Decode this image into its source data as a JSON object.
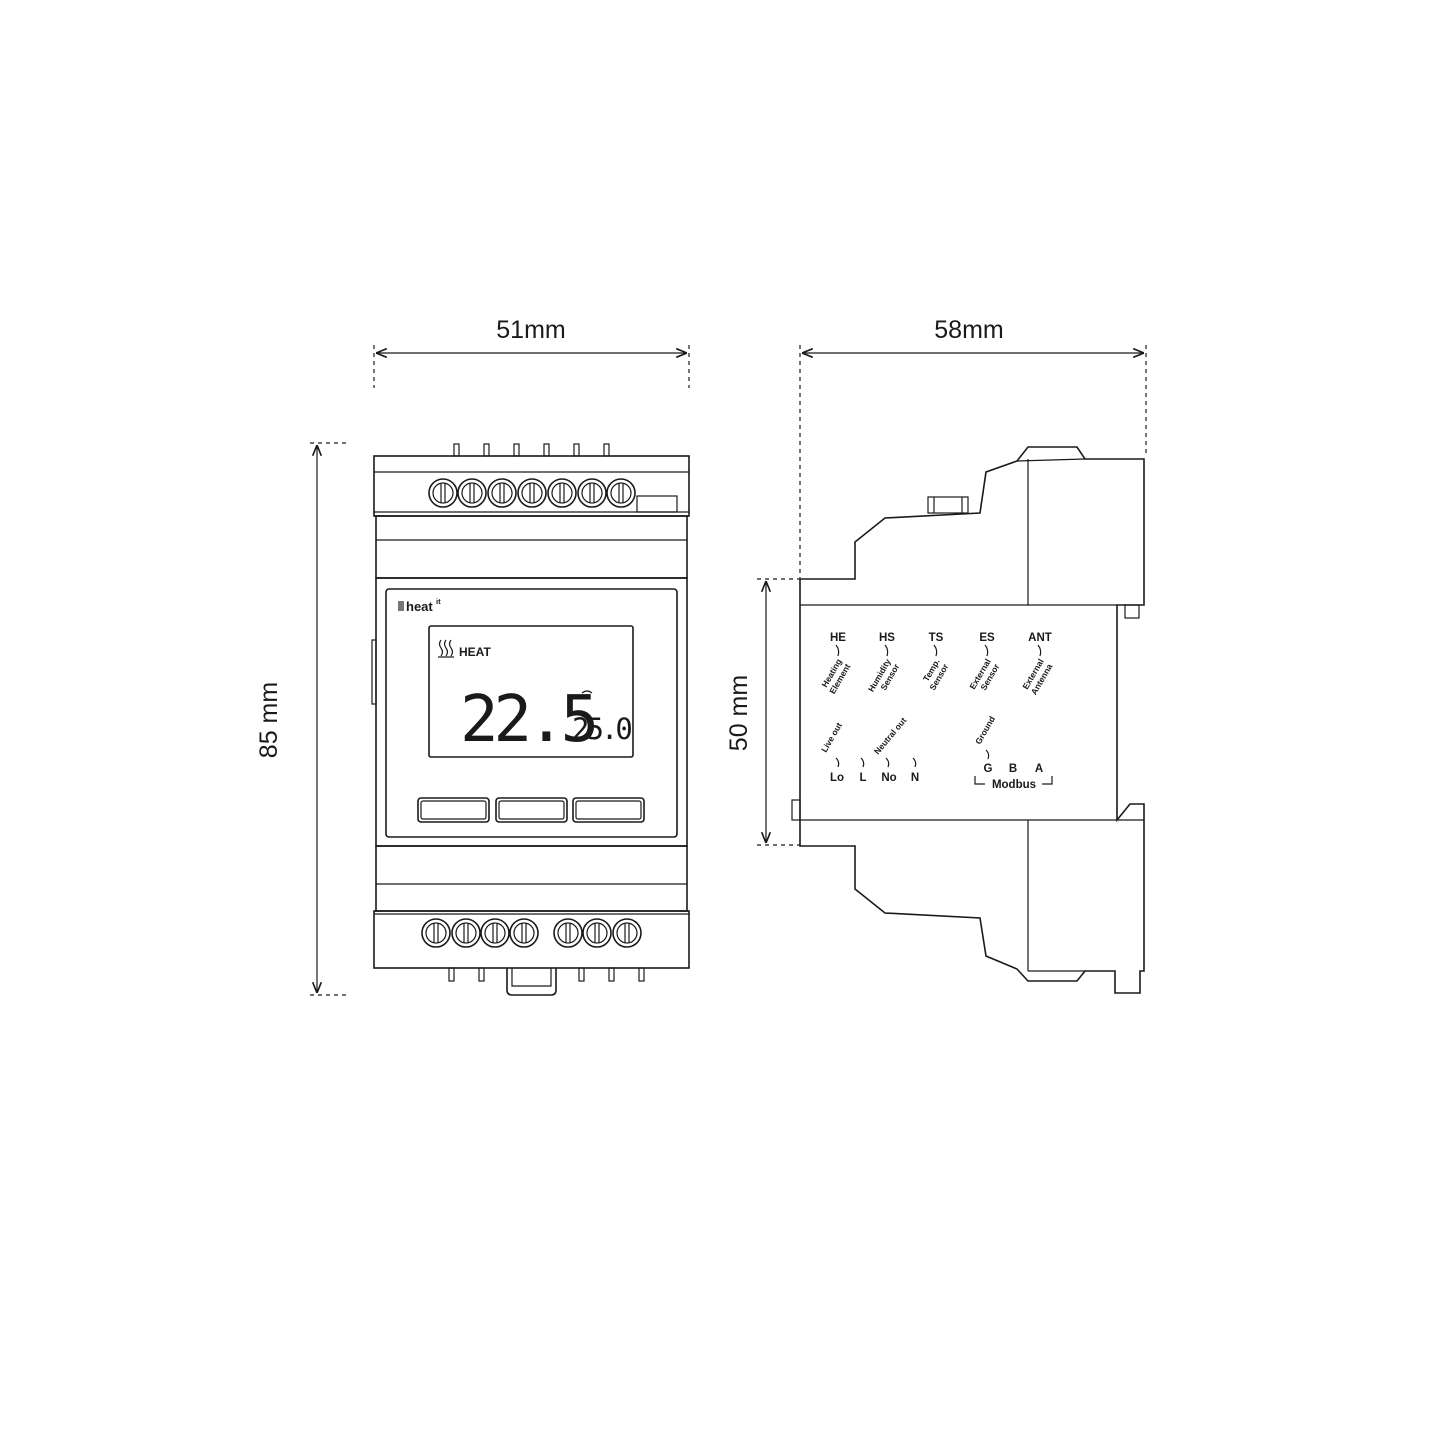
{
  "dimensions": {
    "front_width": "51mm",
    "side_width": "58mm",
    "front_height": "85 mm",
    "side_height": "50 mm"
  },
  "display": {
    "brand": "heat",
    "brand_superscript": "it",
    "mode": "HEAT",
    "current_temp": "22.5",
    "set_temp": "25.0"
  },
  "terminals": [
    {
      "code": "HE",
      "line1": "Heating",
      "line2": "Element"
    },
    {
      "code": "HS",
      "line1": "Humidity",
      "line2": "Sensor"
    },
    {
      "code": "TS",
      "line1": "Temp.",
      "line2": "Sensor"
    },
    {
      "code": "ES",
      "line1": "External",
      "line2": "Sensor"
    },
    {
      "code": "ANT",
      "line1": "External",
      "line2": "Antenna"
    }
  ],
  "power": {
    "live_label": "Live out",
    "neutral_label": "Neutral out",
    "pins": [
      "Lo",
      "L",
      "No",
      "N"
    ]
  },
  "modbus": {
    "ground_label": "Ground",
    "pins": [
      "G",
      "B",
      "A"
    ],
    "label": "Modbus"
  },
  "colors": {
    "line": "#1a1a1a",
    "background": "#ffffff"
  }
}
